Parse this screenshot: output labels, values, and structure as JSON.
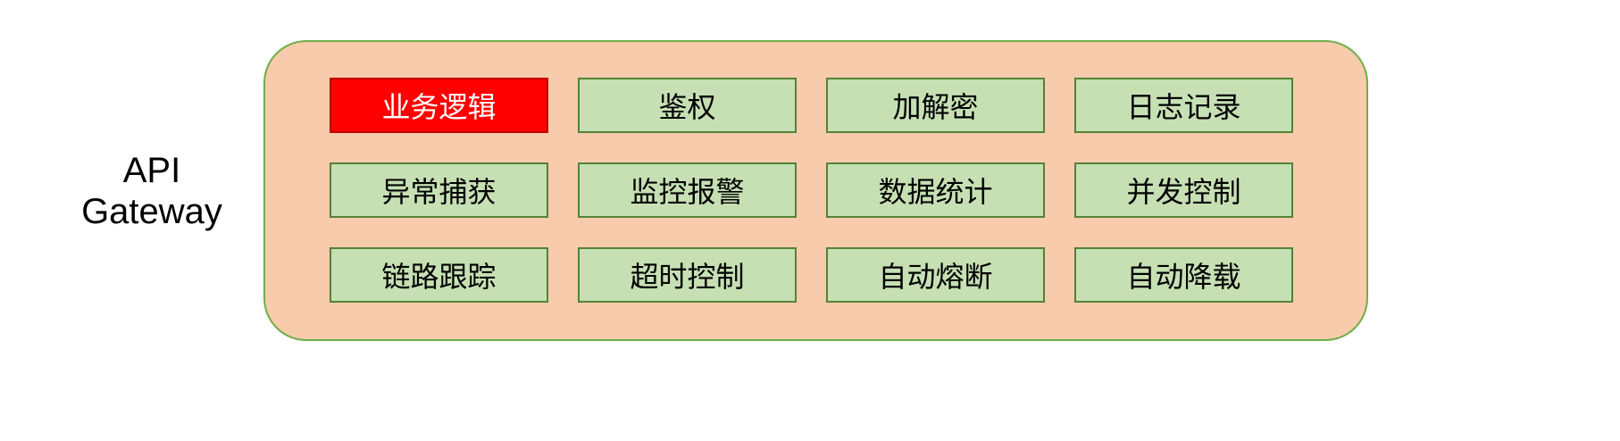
{
  "diagram": {
    "left_label": {
      "lines": [
        "API",
        "Gateway"
      ]
    },
    "container": {
      "items": [
        {
          "label": "业务逻辑",
          "highlighted": true
        },
        {
          "label": "鉴权",
          "highlighted": false
        },
        {
          "label": "加解密",
          "highlighted": false
        },
        {
          "label": "日志记录",
          "highlighted": false
        },
        {
          "label": "异常捕获",
          "highlighted": false
        },
        {
          "label": "监控报警",
          "highlighted": false
        },
        {
          "label": "数据统计",
          "highlighted": false
        },
        {
          "label": "并发控制",
          "highlighted": false
        },
        {
          "label": "链路跟踪",
          "highlighted": false
        },
        {
          "label": "超时控制",
          "highlighted": false
        },
        {
          "label": "自动熔断",
          "highlighted": false
        },
        {
          "label": "自动降载",
          "highlighted": false
        }
      ]
    }
  },
  "colors": {
    "container-fill": "#F8CBAD",
    "container-border": "#70AD47",
    "box-fill": "#C6E0B4",
    "box-border": "#548235",
    "highlight-fill": "#FF0000",
    "highlight-border": "#C00000",
    "highlight-text": "#FFFFFF",
    "text": "#000000"
  }
}
